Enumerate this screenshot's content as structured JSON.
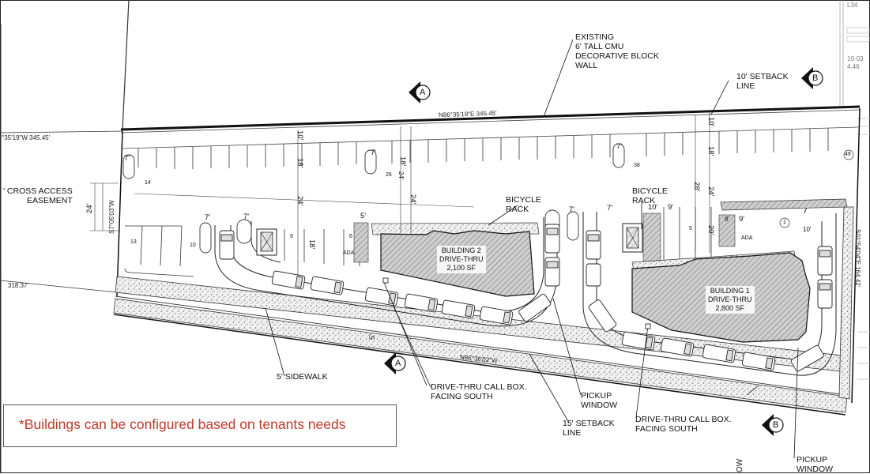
{
  "labels": {
    "existing_wall": [
      "EXISTING",
      "6' TALL CMU",
      "DECORATIVE BLOCK",
      "WALL"
    ],
    "setback_10": [
      "10' SETBACK",
      "LINE"
    ],
    "setback_15": [
      "15' SETBACK",
      "LINE"
    ],
    "cross_access": [
      "' CROSS ACCESS",
      "EASEMENT"
    ],
    "bicycle_rack_1": [
      "BICYCLE",
      "RACK"
    ],
    "bicycle_rack_2": [
      "BICYCLE",
      "RACK"
    ],
    "sidewalk": "5' SIDEWALK",
    "call_box_1": [
      "DRIVE-THRU CALL BOX.",
      "FACING SOUTH"
    ],
    "call_box_2": [
      "DRIVE-THRU CALL BOX.",
      "FACING SOUTH"
    ],
    "pickup_1": [
      "PICKUP",
      "WINDOW"
    ],
    "pickup_2": [
      "PICKUP",
      "WINDOW"
    ],
    "partial_right_top": [
      "L34",
      "10-03",
      "4.46"
    ],
    "partial_bottom": "OW"
  },
  "buildings": {
    "b2": [
      "BUILDING 2",
      "DRIVE-THRU",
      "2,100 SF"
    ],
    "b1": [
      "BUILDING 1",
      "DRIVE-THRU",
      "2,800 SF"
    ]
  },
  "section_markers": {
    "a_top": "A",
    "b_top": "B",
    "a_bottom": "A",
    "b_bottom": "B"
  },
  "bearings": {
    "north_line": "N86°35'19\"E 345.45'",
    "west_top": "°35'19\"W  345.45'",
    "west_bottom": "318.37'",
    "south_line": "N86°36'02\"W",
    "west_side": "S7°05'03\"W",
    "east_side": "S01°54'04\"E 164.42'"
  },
  "dimensions": {
    "d10_top": "10'",
    "d18_a": "18'",
    "d24_a": "24'",
    "d18_b": "18'",
    "d7_a": "7'",
    "d7_b": "7'",
    "d7_c": "7'",
    "d7_d": "7'",
    "d7_e": "7'",
    "d7_f": "7'",
    "d7_g": "7'",
    "d5_a": "5'",
    "d18_c": "18'",
    "d24_b": "24'",
    "d10_b": "10'",
    "d18_d": "18'",
    "d24_c": "24'",
    "d20": "20'",
    "d28": "28'",
    "d10_c": "10'",
    "d9_a": "9'",
    "d9_b": "9'",
    "d8": "8'",
    "d10_d": "10'",
    "d24_left": "24'",
    "d5_b": "5'",
    "d24_c2": "24'"
  },
  "stall_counts": {
    "s14": "14",
    "s13": "13",
    "s10": "10",
    "s9": "9",
    "s6": "6",
    "s26": "26",
    "s38": "38",
    "s5": "5",
    "s1": "1",
    "s49": "49",
    "ada_1": "ADA",
    "ada_2": "ADA"
  },
  "note": "*Buildings can be configured based on tenants needs",
  "colors": {
    "note_red": "#c0392b",
    "line": "#111111",
    "hatch": "#9a9a9a"
  }
}
